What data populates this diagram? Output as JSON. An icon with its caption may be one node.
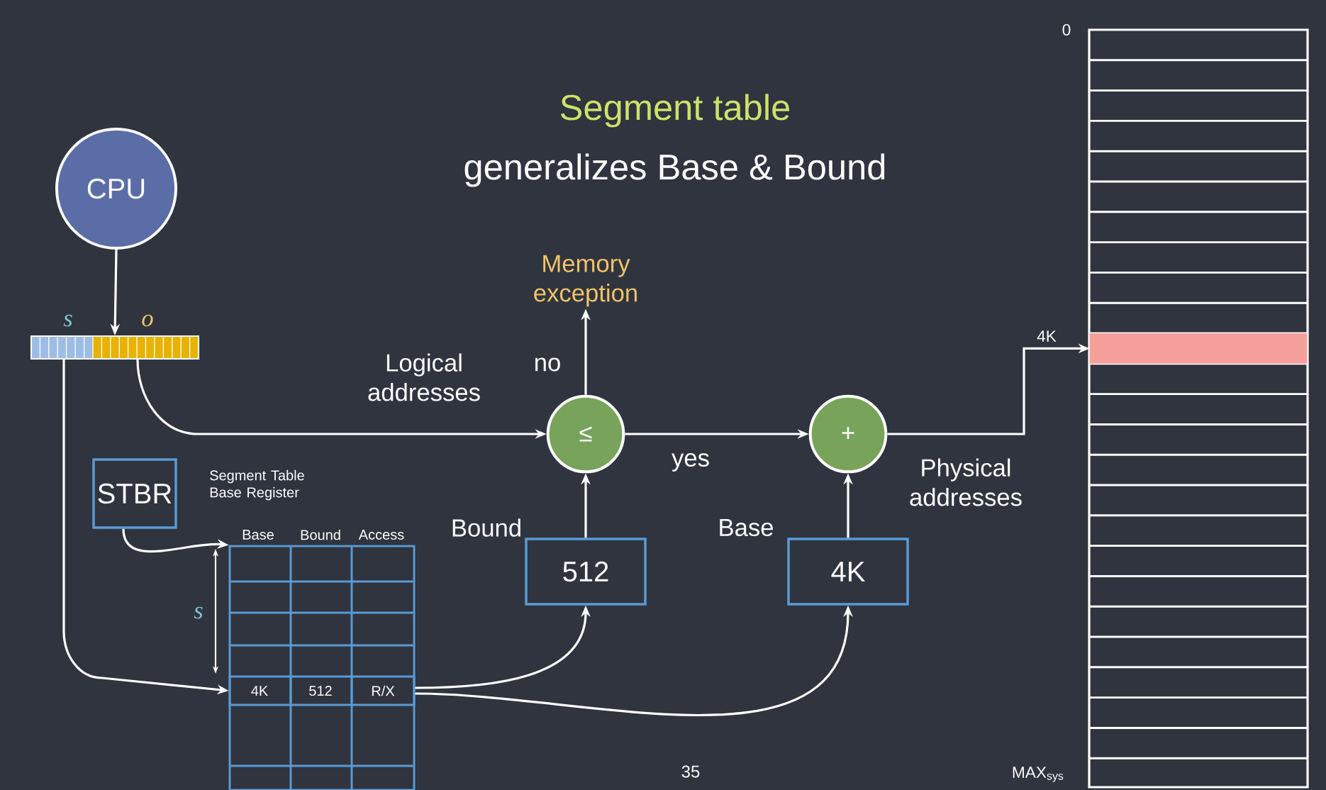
{
  "diagram": {
    "title": "Segment table",
    "nodes": [
      {
        "text": [
          "CPU"
        ]
      },
      {
        "text": [],
        "shape": "bar",
        "beside": [
          "s",
          "o"
        ]
      },
      {
        "text": [
          "≤"
        ]
      },
      {
        "text": [
          "Memory exception"
        ]
      },
      {
        "text": [
          "+"
        ]
      },
      {
        "text": [
          "STBR"
        ],
        "beside": [
          "Segment Table Base Register"
        ]
      },
      {
        "text": [],
        "shape": "box"
      },
      {
        "text": [
          "4K",
          "512",
          "R/X"
        ],
        "in": 6
      },
      {
        "text": [
          "512"
        ],
        "beside": [
          "Bound"
        ]
      },
      {
        "text": [
          "4K"
        ],
        "beside": [
          "Base"
        ]
      },
      {
        "text": [],
        "shape": "box"
      },
      {
        "text": [],
        "shape": "bar",
        "in": 10
      }
    ],
    "edges": [
      {
        "from": 0,
        "to": 1,
        "arrow": "to"
      },
      {
        "from": 1,
        "to": 2,
        "arrow": "to",
        "label": "Logical addresses"
      },
      {
        "from": 2,
        "to": 3,
        "arrow": "to",
        "label": "no"
      },
      {
        "from": 2,
        "to": 4,
        "arrow": "to",
        "label": "yes"
      },
      {
        "from": 4,
        "to": 11,
        "arrow": "to",
        "label": "Physical addresses"
      },
      {
        "from": 8,
        "to": 2,
        "arrow": "to"
      },
      {
        "from": 9,
        "to": 4,
        "arrow": "to"
      },
      {
        "from": 5,
        "to": 6,
        "arrow": "to"
      },
      {
        "from": 1,
        "to": 7,
        "arrow": "to"
      },
      {
        "from": 7,
        "to": 8,
        "arrow": "to"
      },
      {
        "from": 7,
        "to": 9,
        "arrow": "to"
      }
    ],
    "labels": [
      "generalizes Base & Bound",
      "Base",
      "Bound",
      "Access",
      "s",
      "4K",
      "0",
      "MAX$_{sys}$",
      "35"
    ]
  }
}
